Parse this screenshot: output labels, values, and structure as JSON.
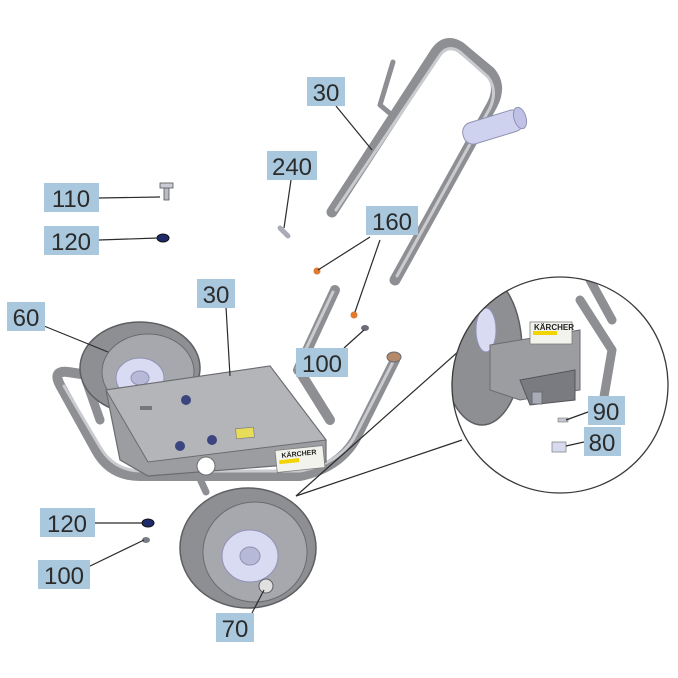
{
  "brand": {
    "name": "KÄRCHER",
    "colors": {
      "stripe": "#f2d400",
      "callout": "#a9c8dd",
      "metal": "#8d8f93",
      "hub": "#d9dbf2"
    }
  },
  "callouts": [
    {
      "id": "c30-top",
      "label": "30"
    },
    {
      "id": "c240",
      "label": "240"
    },
    {
      "id": "c110",
      "label": "110"
    },
    {
      "id": "c120-top",
      "label": "120"
    },
    {
      "id": "c160",
      "label": "160"
    },
    {
      "id": "c60",
      "label": "60"
    },
    {
      "id": "c30-mid",
      "label": "30"
    },
    {
      "id": "c100-mid",
      "label": "100"
    },
    {
      "id": "c90",
      "label": "90"
    },
    {
      "id": "c80",
      "label": "80"
    },
    {
      "id": "c120-bottom",
      "label": "120"
    },
    {
      "id": "c100-bottom",
      "label": "100"
    },
    {
      "id": "c70",
      "label": "70"
    }
  ]
}
